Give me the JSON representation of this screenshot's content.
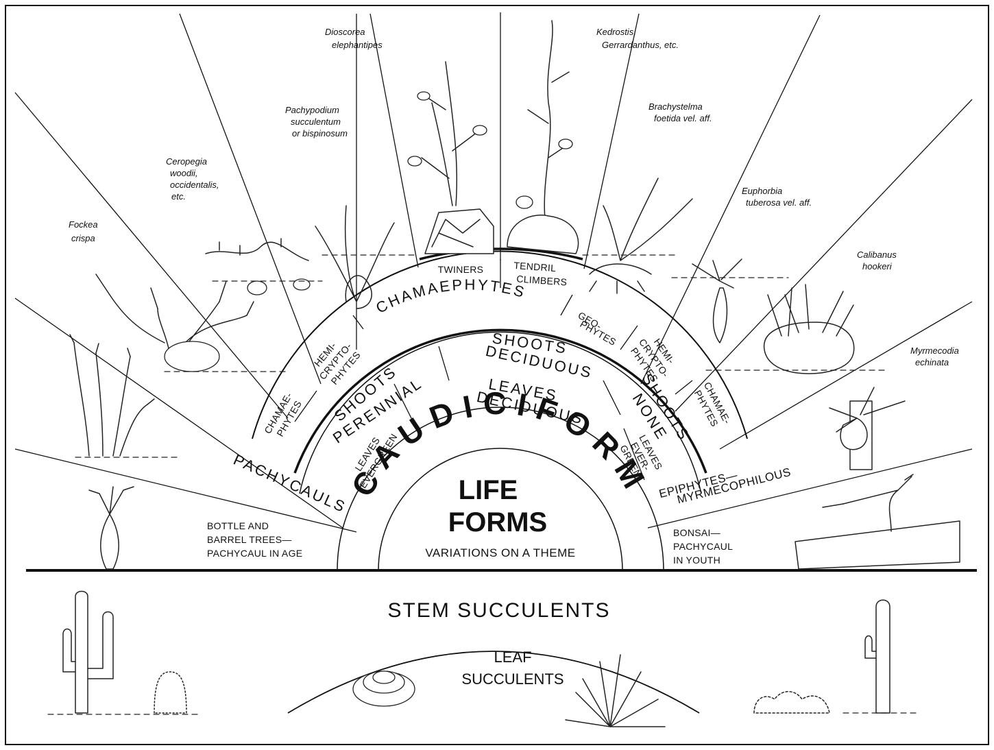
{
  "center": {
    "life_forms_1": "LIFE",
    "life_forms_2": "FORMS",
    "subtitle": "VARIATIONS ON A THEME",
    "caudiciform": "CAUDICIFORM"
  },
  "leaf_ring": {
    "leaves_evergreen_1": "LEAVES",
    "leaves_evergreen_2": "EVERGREEN",
    "leaves_deciduous_1": "LEAVES",
    "leaves_deciduous_2": "DECIDUOUS",
    "leaves_ever_green_1": "LEAVES",
    "leaves_ever_green_2": "EVER-",
    "leaves_ever_green_3": "GREEN"
  },
  "shoot_ring": {
    "shoots_perennial_1": "SHOOTS",
    "shoots_perennial_2": "PERENNIAL",
    "shoots_deciduous_1": "SHOOTS",
    "shoots_deciduous_2": "DECIDUOUS",
    "shoots_none_1": "SHOOTS",
    "shoots_none_2": "NONE"
  },
  "outer_ring": {
    "chamaephytes_left_1": "CHAMAE-",
    "chamaephytes_left_2": "PHYTES",
    "hemi_left_1": "HEMI-",
    "hemi_left_2": "CRYPTO-",
    "hemi_left_3": "PHYTES",
    "chamaephytes": "CHAMAEPHYTES",
    "geophytes_1": "GEO-",
    "geophytes_2": "PHYTES",
    "hemi_right_1": "HEMI-",
    "hemi_right_2": "CRYPTO-",
    "hemi_right_3": "PHYTES",
    "chamaephytes_right_1": "CHAMAE-",
    "chamaephytes_right_2": "PHYTES"
  },
  "top_ring": {
    "twiners": "TWINERS",
    "tendril_1": "TENDRIL",
    "tendril_2": "CLIMBERS"
  },
  "sides": {
    "pachycauls": "PACHYCAULS",
    "bottle_1": "BOTTLE AND",
    "bottle_2": "BARREL TREES—",
    "bottle_3": "PACHYCAUL IN AGE",
    "epiphytes_1": "EPIPHYTES—",
    "epiphytes_2": "MYRMECOPHILOUS",
    "bonsai_1": "BONSAI—",
    "bonsai_2": "PACHYCAUL",
    "bonsai_3": "IN YOUTH"
  },
  "species": {
    "fockea_1": "Fockea",
    "fockea_2": "crispa",
    "ceropegia_1": "Ceropegia",
    "ceropegia_2": "woodii,",
    "ceropegia_3": "occidentalis,",
    "ceropegia_4": "etc.",
    "pachypodium_1": "Pachypodium",
    "pachypodium_2": "succulentum",
    "pachypodium_3": "or bispinosum",
    "dioscorea_1": "Dioscorea",
    "dioscorea_2": "elephantipes",
    "kedrostis_1": "Kedrostis,",
    "kedrostis_2": "Gerrardanthus, etc.",
    "brachystelma_1": "Brachystelma",
    "brachystelma_2": "foetida vel. aff.",
    "euphorbia_1": "Euphorbia",
    "euphorbia_2": "tuberosa vel. aff.",
    "calibanus_1": "Calibanus",
    "calibanus_2": "hookeri",
    "myrmecodia_1": "Myrmecodia",
    "myrmecodia_2": "echinata"
  },
  "bottom": {
    "stem_succulents": "STEM SUCCULENTS",
    "leaf_succulents_1": "LEAF",
    "leaf_succulents_2": "SUCCULENTS"
  }
}
